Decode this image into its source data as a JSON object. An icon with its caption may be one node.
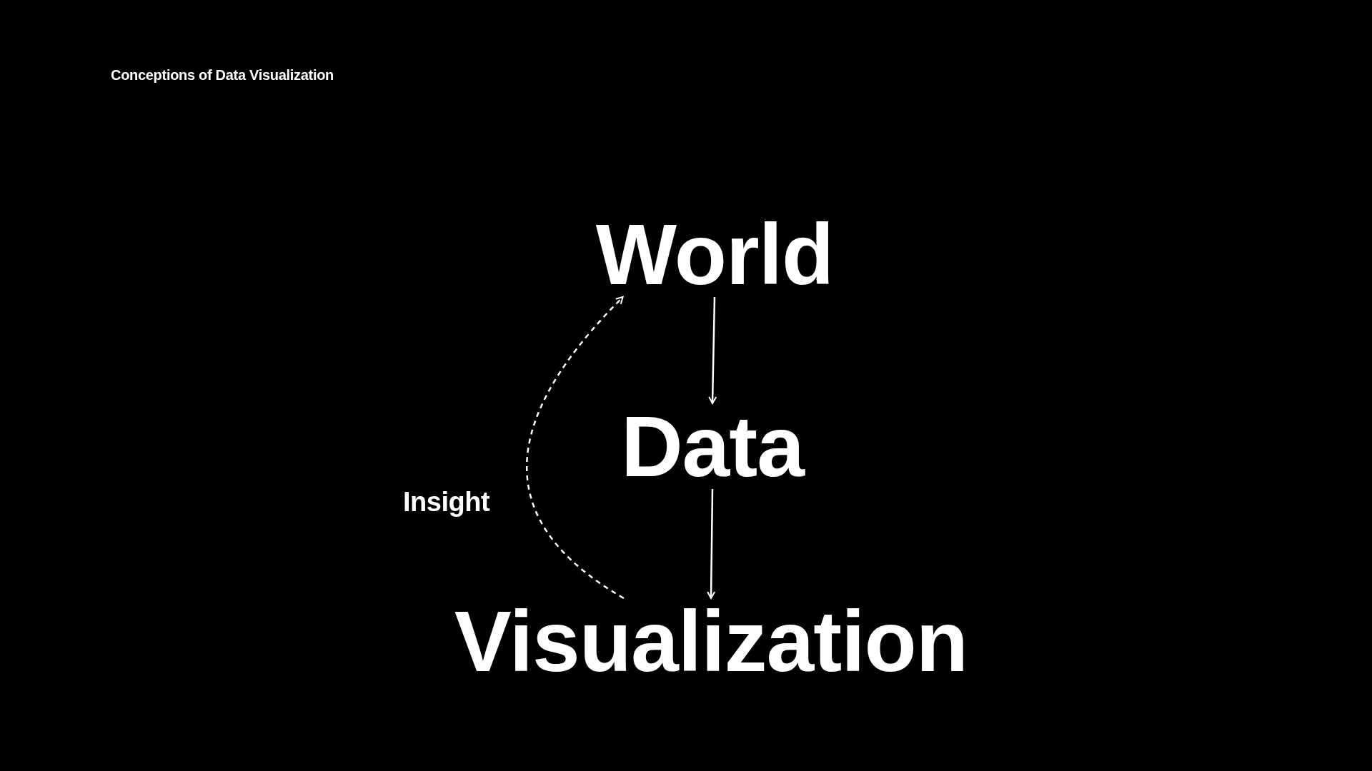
{
  "diagram": {
    "title": "Conceptions of Data Visualization",
    "nodes": [
      {
        "text": [
          "World"
        ]
      },
      {
        "text": [
          "Data"
        ]
      },
      {
        "text": [
          "Visualization"
        ]
      }
    ],
    "edges": [
      {
        "from": 0,
        "to": 1,
        "arrow": "to"
      },
      {
        "from": 1,
        "to": 2,
        "arrow": "to"
      },
      {
        "from": 2,
        "to": 0,
        "arrow": "to",
        "style": "dashed",
        "label": "Insight"
      }
    ]
  }
}
